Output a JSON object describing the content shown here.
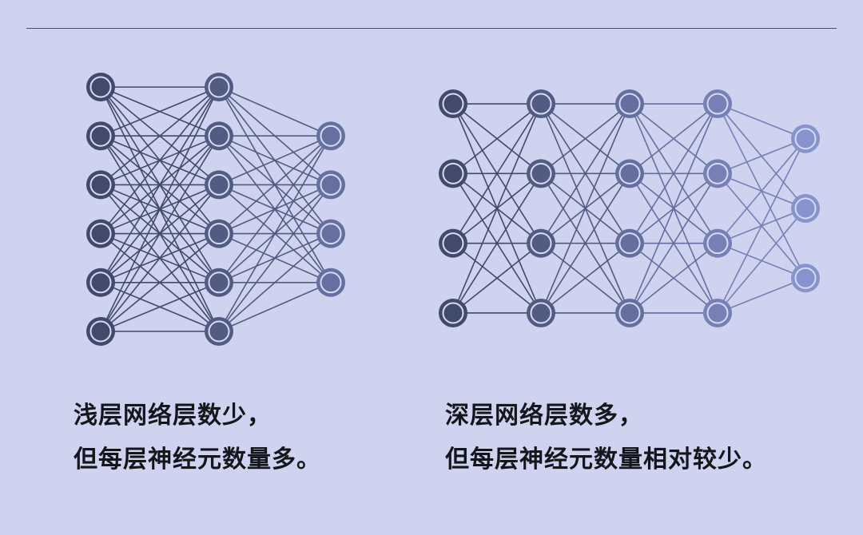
{
  "shallow": {
    "layer_sizes": [
      6,
      6,
      4
    ],
    "colors": [
      "#414a6b",
      "#525b82",
      "#6670a0"
    ],
    "caption_line1": "浅层网络层数少，",
    "caption_line2": "但每层神经元数量多。"
  },
  "deep": {
    "layer_sizes": [
      4,
      4,
      4,
      4,
      3
    ],
    "colors": [
      "#414a6b",
      "#525b82",
      "#656f9f",
      "#7680b5",
      "#8793cc"
    ],
    "caption_line1": "深层网络层数多，",
    "caption_line2": "但每层神经元数量相对较少。"
  }
}
